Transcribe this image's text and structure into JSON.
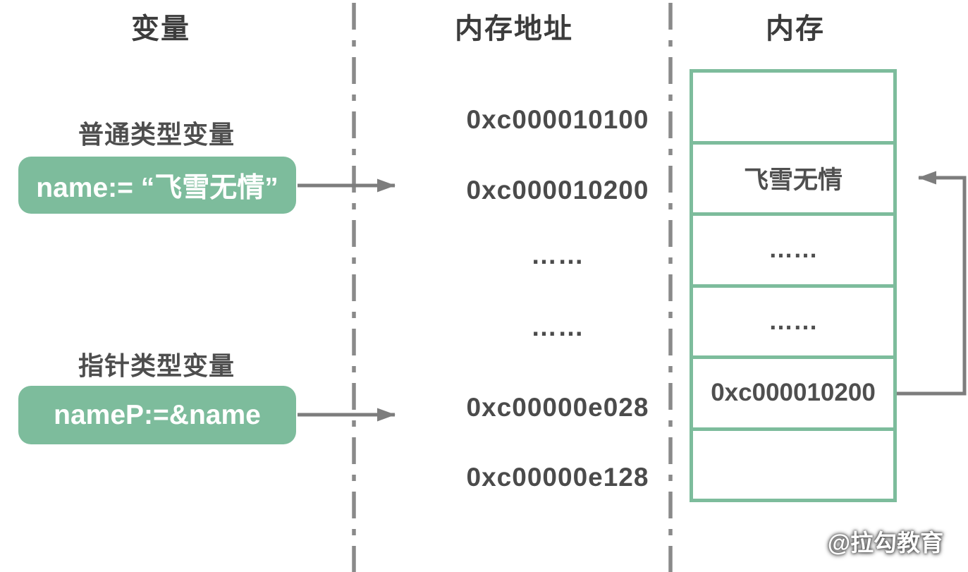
{
  "diagram_title": "Go pointer and memory layout diagram",
  "columns": {
    "variables_header": "变量",
    "memory_address_header": "内存地址",
    "memory_header": "内存"
  },
  "left_column": {
    "normal_type_label": "普通类型变量",
    "normal_variable_box": "name:= “飞雪无情”",
    "pointer_type_label": "指针类型变量",
    "pointer_variable_box": "nameP:=&name"
  },
  "address_column": {
    "items": [
      "0xc000010100",
      "0xc000010200",
      "……",
      "……",
      "0xc00000e028",
      "0xc00000e128"
    ]
  },
  "memory_column": {
    "cells": [
      "",
      "飞雪无情",
      "……",
      "……",
      "0xc000010200",
      ""
    ]
  },
  "watermark": "@拉勾教育",
  "colors": {
    "accent_green": "#7dbc9c",
    "arrow_gray": "#7d7d7d",
    "dashed_divider_gray": "#8a8a8a",
    "header_text": "#3c3c3c",
    "body_text": "#4b4b4b",
    "box_text": "#ffffff",
    "background": "#ffffff"
  }
}
